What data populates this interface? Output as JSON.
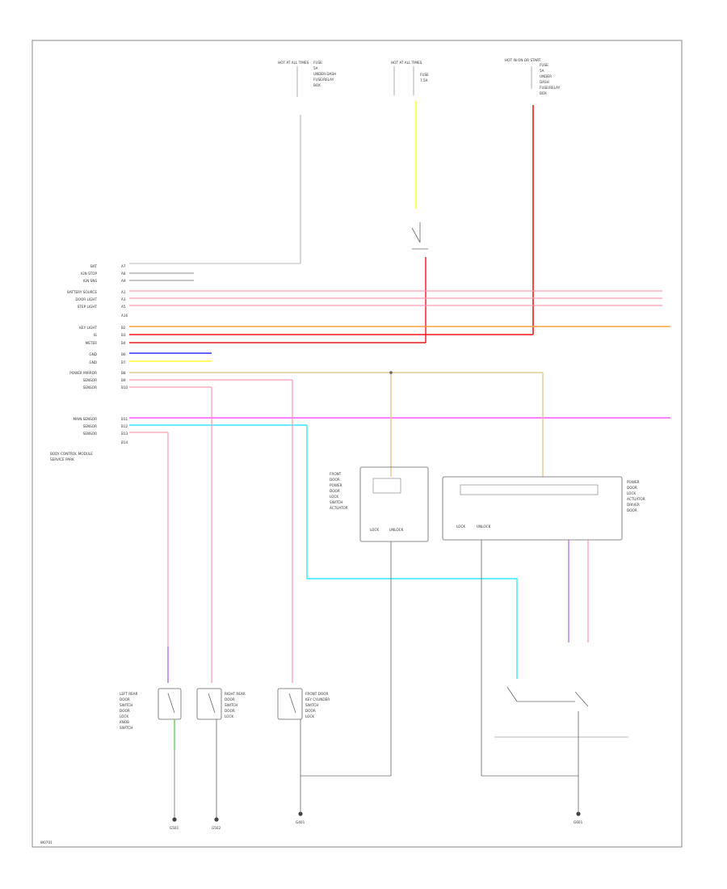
{
  "colors": {
    "pink": "#ff9fb4",
    "red": "#f01818",
    "orange": "#ffa040",
    "yellow": "#ffff33",
    "blue": "#3030ff",
    "violet": "#b070ff",
    "cyan": "#33e8ff",
    "magenta": "#ff33ff",
    "tan": "#e0c890",
    "green": "#55cc55",
    "gray": "#666666"
  },
  "fuses": [
    {
      "id": "fuse-left",
      "title": "HOT AT ALL TIMES",
      "notes": [
        "FUSE",
        "5A",
        "UNDER-DASH",
        "FUSE/RELAY",
        "BOX"
      ]
    },
    {
      "id": "fuse-middle",
      "title": "HOT AT ALL TIMES",
      "notes": [
        "FUSE",
        "7.5A"
      ]
    },
    {
      "id": "fuse-right",
      "title": "HOT IN ON OR START",
      "notes": [
        "FUSE",
        "5A",
        "UNDER",
        "DASH",
        "FUSE/RELAY",
        "BOX"
      ]
    }
  ],
  "ecu_pins": [
    {
      "label": "BAT",
      "code": "A7"
    },
    {
      "label": "IGN STOP",
      "code": "A8"
    },
    {
      "label": "IGN SNS",
      "code": "A9"
    },
    {
      "label": "BATTERY SOURCE",
      "code": "A1"
    },
    {
      "label": "DOOR LIGHT",
      "code": "A3"
    },
    {
      "label": "STEP LIGHT",
      "code": "A5"
    },
    {
      "label": "",
      "code": "A16"
    },
    {
      "label": "KEY LIGHT",
      "code": "B2"
    },
    {
      "label": "IG",
      "code": "B3"
    },
    {
      "label": "METER",
      "code": "B4"
    },
    {
      "label": "GND",
      "code": "B6"
    },
    {
      "label": "GND",
      "code": "B7"
    },
    {
      "label": "POWER MIRROR",
      "code": "B8"
    },
    {
      "label": "SENSOR",
      "code": "B9"
    },
    {
      "label": "SENSOR",
      "code": "B10"
    },
    {
      "label": "MAIN SENSOR",
      "code": "B11"
    },
    {
      "label": "SENSOR",
      "code": "B12"
    },
    {
      "label": "SENSOR",
      "code": "B13"
    },
    {
      "label": "",
      "code": "B14"
    }
  ],
  "ecu_label": [
    "BODY CONTROL MODULE",
    "SERVICE PARK"
  ],
  "relays": [
    {
      "id": "lock-relay-left",
      "lines": [
        "FRONT",
        "DOOR",
        "POWER",
        "DOOR",
        "LOCK",
        "SWITCH",
        "ACTUATOR"
      ],
      "lock": "LOCK",
      "unlock": "UNLOCK"
    },
    {
      "id": "lock-relay-right",
      "lines": [
        "POWER",
        "DOOR",
        "LOCK",
        "ACTUATOR",
        "DRIVER",
        "DOOR"
      ],
      "lock": "LOCK",
      "unlock": "UNLOCK"
    }
  ],
  "switches": [
    {
      "id": "sw-left",
      "lines": [
        "LEFT REAR",
        "DOOR",
        "SWITCH",
        "DOOR",
        "LOCK",
        "KNOB",
        "SWITCH"
      ]
    },
    {
      "id": "sw-mid",
      "lines": [
        "RIGHT REAR",
        "DOOR",
        "SWITCH",
        "DOOR",
        "LOCK"
      ]
    },
    {
      "id": "sw-right",
      "lines": [
        "FRONT DOOR",
        "KEY CYLINDER",
        "SWITCH",
        "DOOR",
        "LOCK"
      ]
    }
  ],
  "grounds": [
    {
      "id": "g1",
      "label": "G501"
    },
    {
      "id": "g2",
      "label": "G502"
    },
    {
      "id": "g3",
      "label": "G401"
    },
    {
      "id": "g4",
      "label": "G601"
    }
  ],
  "footer": "W0701"
}
